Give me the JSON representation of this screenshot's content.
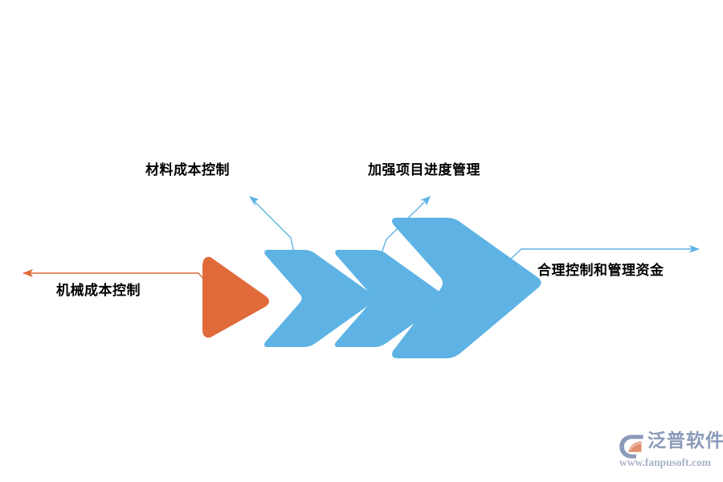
{
  "diagram": {
    "type": "process-chevron-flow",
    "background_color": "#ffffff",
    "title": "",
    "colors": {
      "accent_orange": "#E06A39",
      "accent_blue": "#5EB3E4",
      "label_text": "#000000",
      "watermark_blue_gray": "#8b9ab8",
      "watermark_orange": "#E09070"
    },
    "stages": [
      {
        "id": "stage-1",
        "shape": "triangle-arrow",
        "color": "#E06A39",
        "order": 1
      },
      {
        "id": "stage-2",
        "shape": "chevron-arrow",
        "color": "#5EB3E4",
        "order": 2
      },
      {
        "id": "stage-3",
        "shape": "chevron-arrow",
        "color": "#5EB3E4",
        "order": 3
      },
      {
        "id": "stage-4",
        "shape": "chevron-arrow",
        "color": "#5EB3E4",
        "order": 4
      }
    ],
    "callouts": [
      {
        "id": "material-cost-control",
        "label": "材料成本控制",
        "connector_color": "#5EB3E4",
        "points_to": "stage-2",
        "direction": "up-left"
      },
      {
        "id": "project-schedule-management",
        "label": "加强项目进度管理",
        "connector_color": "#5EB3E4",
        "points_to": "stage-3",
        "direction": "up-right"
      },
      {
        "id": "machinery-cost-control",
        "label": "机械成本控制",
        "connector_color": "#E06A39",
        "points_to": "stage-1",
        "direction": "left"
      },
      {
        "id": "fund-control-management",
        "label": "合理控制和管理资金",
        "connector_color": "#5EB3E4",
        "points_to": "stage-4",
        "direction": "right"
      }
    ]
  },
  "watermark": {
    "brand_name": "泛普软件",
    "website": "www.fanpusoft.com",
    "icon_name": "fanpu-logo-icon"
  }
}
